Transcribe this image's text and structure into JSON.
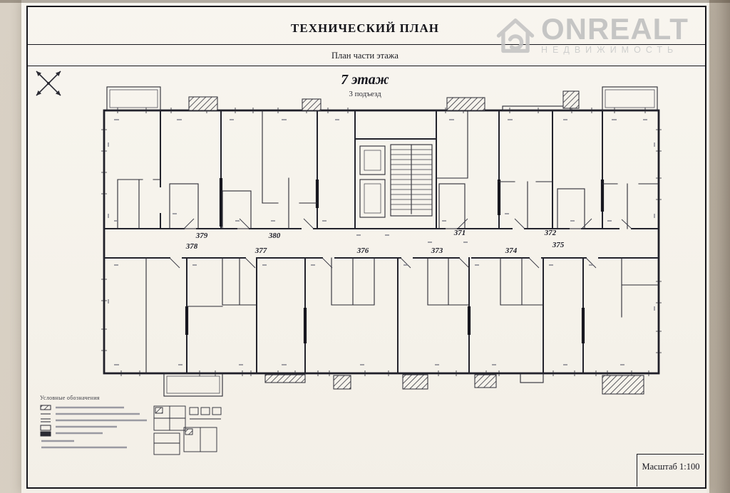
{
  "document": {
    "title": "ТЕХНИЧЕСКИЙ ПЛАН",
    "subtitle": "План части этажа",
    "floor_heading": "7 этаж",
    "entrance_heading": "3 подъезд",
    "scale_label": "Масштаб 1:100"
  },
  "watermark": {
    "brand": "ONREALT",
    "tagline": "НЕДВИЖИМОСТЬ"
  },
  "legend": {
    "heading": "Условные обозначения"
  },
  "plan": {
    "floor": "7",
    "entrance": "3",
    "apartments": [
      {
        "label": "371"
      },
      {
        "label": "372"
      },
      {
        "label": "373"
      },
      {
        "label": "374"
      },
      {
        "label": "375"
      },
      {
        "label": "376"
      },
      {
        "label": "377"
      },
      {
        "label": "378"
      },
      {
        "label": "379"
      },
      {
        "label": "380"
      }
    ]
  },
  "colors": {
    "ink": "#23232c",
    "paper": "#f7f4ee",
    "scan_background": "#d3cabc",
    "watermark_gray": "#bdbdbd"
  }
}
